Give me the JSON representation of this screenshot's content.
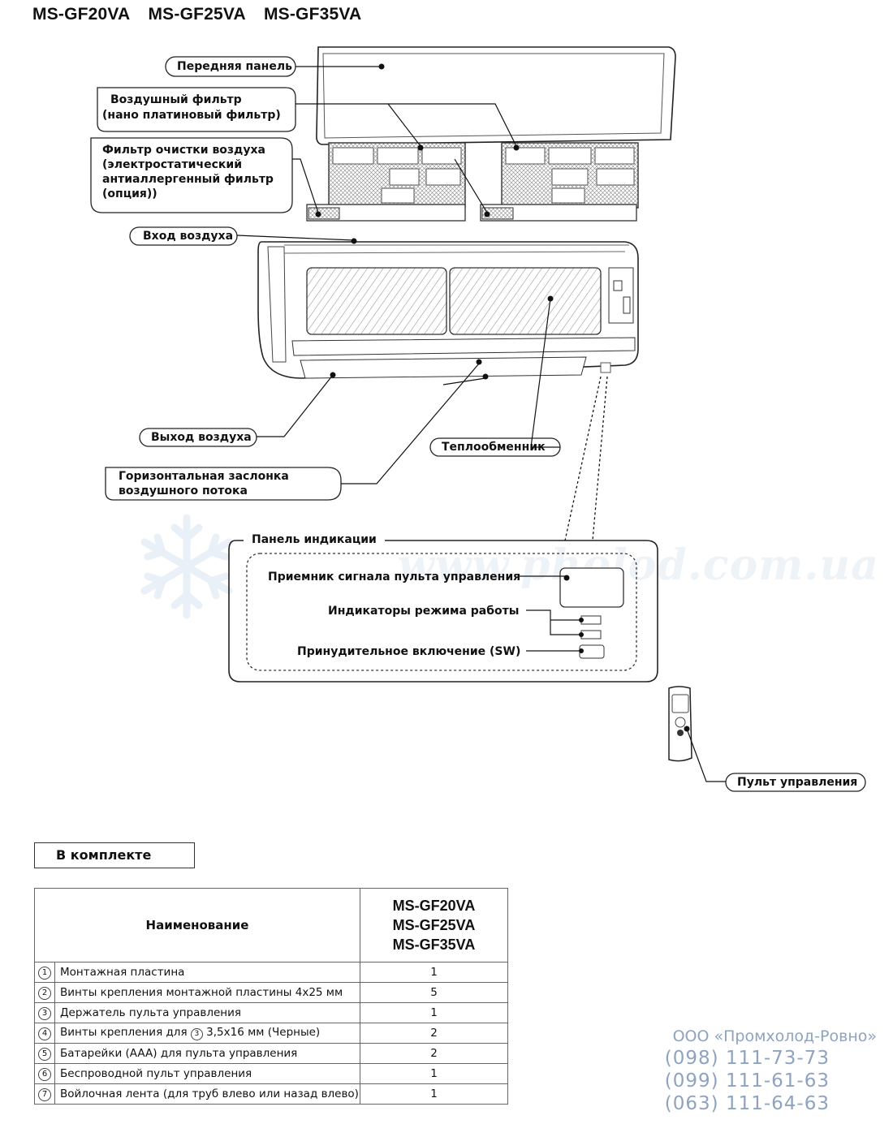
{
  "header": {
    "models": [
      "MS-GF20VA",
      "MS-GF25VA",
      "MS-GF35VA"
    ]
  },
  "callouts": {
    "front_panel": "Передняя панель",
    "air_filter_1": "Воздушный фильтр",
    "air_filter_2": "(нано платиновый фильтр)",
    "cleaning_filter_1": "Фильтр очистки воздуха",
    "cleaning_filter_2": "(электростатический",
    "cleaning_filter_3": "антиаллергенный фильтр",
    "cleaning_filter_4": "(опция))",
    "air_inlet": "Вход воздуха",
    "air_outlet": "Выход воздуха",
    "heat_exchanger": "Теплообменник",
    "flap_1": "Горизонтальная заслонка",
    "flap_2": "воздушного потока",
    "remote": "Пульт управления"
  },
  "indicator_panel": {
    "title": "Панель индикации",
    "receiver": "Приемник сигнала пульта управления",
    "mode_indicators": "Индикаторы режима работы",
    "forced_on": "Принудительное включение (SW)"
  },
  "watermark": "www.pholod.com.ua",
  "kit": {
    "heading": "В комплекте",
    "col_name": "Наименование",
    "col_models": [
      "MS-GF20VA",
      "MS-GF25VA",
      "MS-GF35VA"
    ],
    "rows": [
      {
        "num": "1",
        "name": "Монтажная пластина",
        "qty": "1"
      },
      {
        "num": "2",
        "name": "Винты крепления монтажной пластины 4x25 мм",
        "qty": "5"
      },
      {
        "num": "3",
        "name": "Держатель пульта управления",
        "qty": "1"
      },
      {
        "num": "4",
        "name_pre": "Винты крепления для",
        "name_ref": "3",
        "name_post": "3,5x16 мм (Черные)",
        "qty": "2"
      },
      {
        "num": "5",
        "name": "Батарейки (AAA) для пульта управления",
        "qty": "2"
      },
      {
        "num": "6",
        "name": "Беспроводной пульт управления",
        "qty": "1"
      },
      {
        "num": "7",
        "name": "Войлочная лента (для труб влево или назад влево)",
        "qty": "1"
      }
    ]
  },
  "contacts": {
    "company": "ООО «Промхолод-Ровно»",
    "phones": [
      "(098) 111-73-73",
      "(099) 111-61-63",
      "(063) 111-64-63"
    ]
  }
}
